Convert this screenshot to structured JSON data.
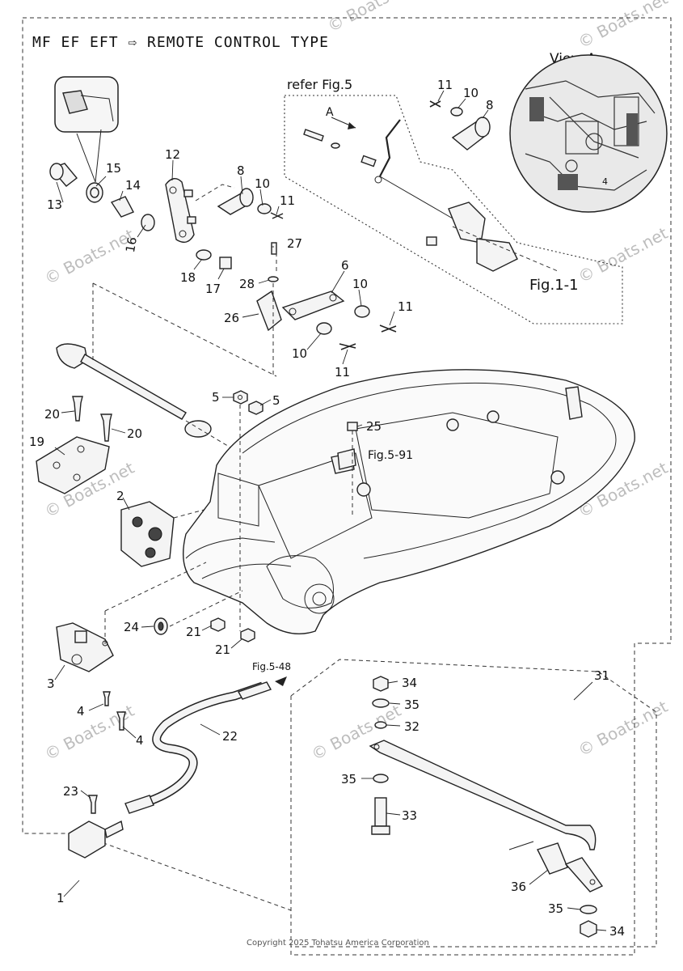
{
  "header": {
    "title": "MF EF EFT ⇨ REMOTE CONTROL TYPE",
    "view_label": "View A",
    "refer_label": "refer Fig.5",
    "arrow_label": "A"
  },
  "references": {
    "fig_1_1": "Fig.1-1",
    "fig_5_91": "Fig.5-91",
    "fig_5_48": "Fig.5-48"
  },
  "callouts": {
    "p1": "1",
    "p2": "2",
    "p3": "3",
    "p4a": "4",
    "p4b": "4",
    "p5a": "5",
    "p5b": "5",
    "p6": "6",
    "p8a": "8",
    "p8b": "8",
    "p10a": "10",
    "p10b": "10",
    "p10c": "10",
    "p10d": "10",
    "p11a": "11",
    "p11b": "11",
    "p11c": "11",
    "p11d": "11",
    "p12": "12",
    "p13": "13",
    "p14": "14",
    "p15": "15",
    "p16": "16",
    "p17": "17",
    "p18": "18",
    "p19": "19",
    "p20a": "20",
    "p20b": "20",
    "p21a": "21",
    "p21b": "21",
    "p22": "22",
    "p23": "23",
    "p24": "24",
    "p25": "25",
    "p26": "26",
    "p27": "27",
    "p28": "28",
    "p31": "31",
    "p32": "32",
    "p33": "33",
    "p34a": "34",
    "p34b": "34",
    "p35a": "35",
    "p35b": "35",
    "p35c": "35",
    "p36": "36"
  },
  "watermark": "© Boats.net",
  "copyright": "Copyright 2025 Tohatsu America Corporation"
}
